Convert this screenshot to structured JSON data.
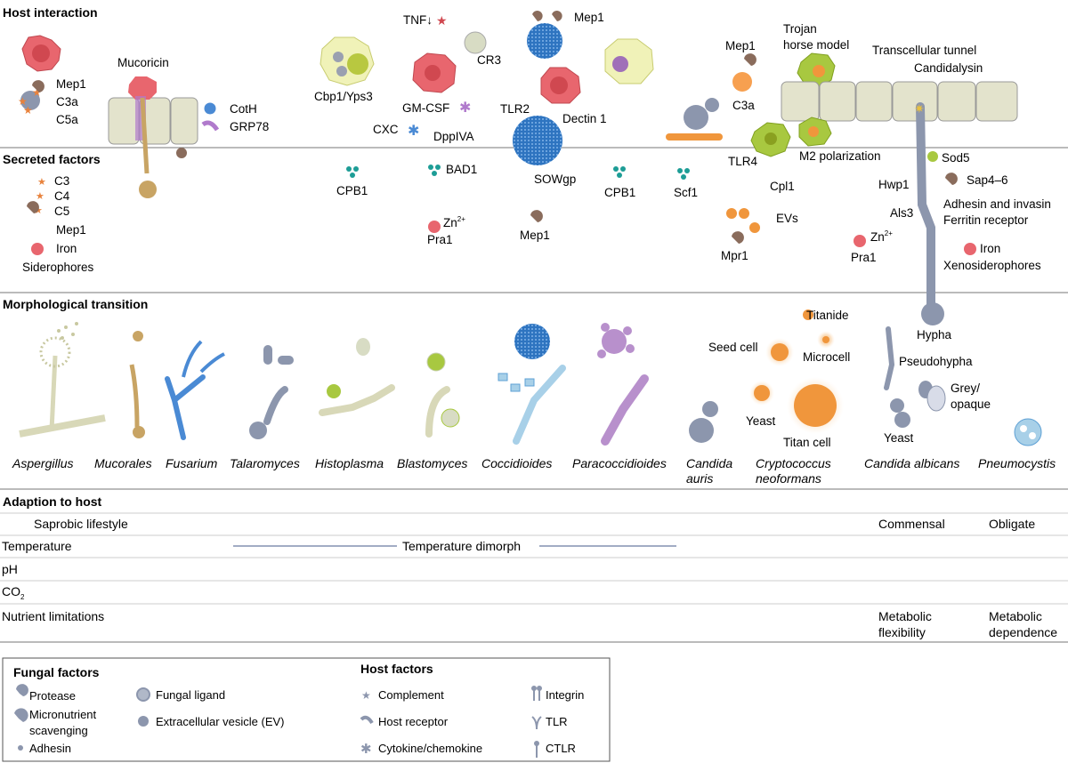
{
  "sections": {
    "host_interaction": "Host interaction",
    "secreted_factors": "Secreted factors",
    "morphological_transition": "Morphological transition",
    "adaption_to_host": "Adaption to host"
  },
  "host_labels": {
    "mep1_a": "Mep1",
    "c3a_a": "C3a",
    "c5a": "C5a",
    "mucoricin": "Mucoricin",
    "coth": "CotH",
    "grp78": "GRP78",
    "cbp1_yps3": "Cbp1/Yps3",
    "tnf": "TNF↓",
    "cr3": "CR3",
    "gm_csf": "GM-CSF",
    "cxc": "CXC",
    "dppiva": "DppIVA",
    "mep1_top": "Mep1",
    "tlr2": "TLR2",
    "dectin1": "Dectin 1",
    "mep1_b": "Mep1",
    "c3a_b": "C3a",
    "trojan_1": "Trojan",
    "trojan_2": "horse model",
    "transcellular": "Transcellular tunnel",
    "candidalysin": "Candidalysin",
    "tlr4": "TLR4",
    "cpl1": "Cpl1",
    "m2": "M2 polarization"
  },
  "secreted_labels": {
    "c3": "C3",
    "c4": "C4",
    "c5": "C5",
    "mep1_s": "Mep1",
    "iron_s": "Iron",
    "siderophores": "Siderophores",
    "cpb1_a": "CPB1",
    "bad1": "BAD1",
    "zn_a": "Zn",
    "zn_a_sup": "2+",
    "pra1_a": "Pra1",
    "sowgp": "SOWgp",
    "mep1_m": "Mep1",
    "cpb1_b": "CPB1",
    "scf1": "Scf1",
    "evs": "EVs",
    "mpr1": "Mpr1",
    "zn_b": "Zn",
    "zn_b_sup": "2+",
    "pra1_b": "Pra1",
    "sod5": "Sod5",
    "hwp1": "Hwp1",
    "sap": "Sap4–6",
    "adhesin": "Adhesin and invasin",
    "als3": "Als3",
    "ferritin": "Ferritin receptor",
    "iron_x": "Iron",
    "xeno": "Xenosiderophores"
  },
  "morph_labels": {
    "titanide": "Titanide",
    "seed_cell": "Seed cell",
    "microcell": "Microcell",
    "yeast_c": "Yeast",
    "titan_cell": "Titan cell",
    "hypha": "Hypha",
    "pseudohypha": "Pseudohypha",
    "grey": "Grey/",
    "opaque": "opaque",
    "yeast_ca": "Yeast"
  },
  "organisms": [
    {
      "name": "Aspergillus"
    },
    {
      "name": "Mucorales"
    },
    {
      "name": "Fusarium"
    },
    {
      "name": "Talaromyces"
    },
    {
      "name": "Histoplasma"
    },
    {
      "name": "Blastomyces"
    },
    {
      "name": "Coccidioides"
    },
    {
      "name": "Paracoccidioides"
    },
    {
      "name": "Candida",
      "name2": "auris"
    },
    {
      "name": "Cryptococcus",
      "name2": "neoformans"
    },
    {
      "name": "Candida albicans"
    },
    {
      "name": "Pneumocystis"
    }
  ],
  "adaption": {
    "saprobic": "Saprobic lifestyle",
    "commensal": "Commensal",
    "obligate": "Obligate",
    "temperature": "Temperature",
    "temp_dimorph": "Temperature dimorph",
    "ph": "pH",
    "co2": "CO",
    "co2_sub": "2",
    "nutrient": "Nutrient limitations",
    "metabolic_flex_1": "Metabolic",
    "metabolic_flex_2": "flexibility",
    "metabolic_dep_1": "Metabolic",
    "metabolic_dep_2": "dependence"
  },
  "legend": {
    "fungal_title": "Fungal factors",
    "protease": "Protease",
    "micronutrient_1": "Micronutrient",
    "micronutrient_2": "scavenging",
    "adhesin": "Adhesin",
    "fungal_ligand": "Fungal ligand",
    "ev": "Extracellular vesicle (EV)",
    "host_title": "Host factors",
    "complement": "Complement",
    "host_receptor": "Host receptor",
    "cytokine": "Cytokine/chemokine",
    "integrin": "Integrin",
    "tlr": "TLR",
    "ctlr": "CTLR"
  },
  "colors": {
    "macrophage_red": "#e8666e",
    "yeast_grey": "#8c96ad",
    "epithelium": "#e3e3cc",
    "hypha_blue": "#4a8ad4",
    "protease_brown": "#8a6c5c",
    "teal": "#1d9d96",
    "orange": "#f0963c",
    "star_orange": "#e8823c",
    "green_cell": "#a8c840",
    "mucorales_gold": "#c8a464",
    "purple": "#a070b8",
    "light_blue": "#a8d0e8"
  },
  "icons": [
    "protease-icon",
    "micronutrient-icon",
    "adhesin-icon",
    "fungal-ligand-icon",
    "ev-icon",
    "complement-icon",
    "host-receptor-icon",
    "cytokine-icon",
    "integrin-icon",
    "tlr-icon",
    "ctlr-icon"
  ]
}
